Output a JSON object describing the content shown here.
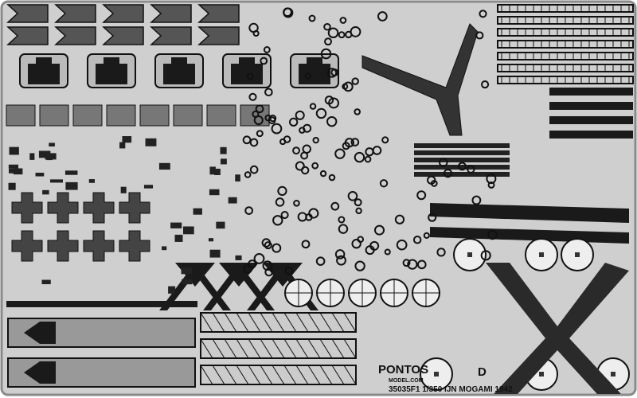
{
  "fret": {
    "brand_logo": "PONTOS",
    "brand_site": "MODEL.COM",
    "product_code": "35035F1 1/350 IJN MOGAMI 1942",
    "sheet_letter": "D"
  },
  "colors": {
    "fret": "#cfcfcf",
    "part": "#1a1a1a",
    "frame": "#8a8a8a"
  }
}
